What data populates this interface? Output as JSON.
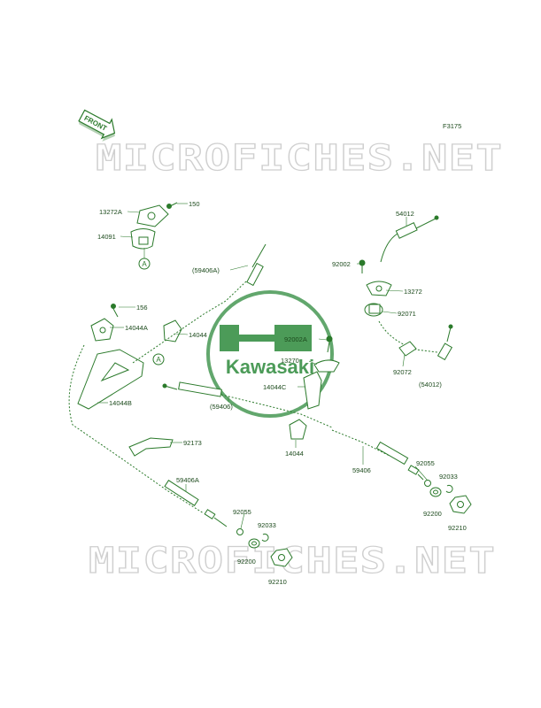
{
  "diagram_id": "F3175",
  "watermark_text": "MICROFICHES.NET",
  "front_label": "FRONT",
  "logo_text": "Kawasaki",
  "ref_letter": "A",
  "colors": {
    "line": "#2b7a2b",
    "logo": "#2d8a3c",
    "watermark": "#cfcfcf"
  },
  "labels": [
    "13272A",
    "150",
    "14091",
    "(59406A)",
    "156",
    "14044A",
    "14044",
    "14044B",
    "54012",
    "92002",
    "13272",
    "92071",
    "92002A",
    "13270",
    "14044C",
    "92072",
    "(54012)",
    "(59406)",
    "92173",
    "14044",
    "59406",
    "92055",
    "92033",
    "59406A",
    "92200",
    "92210",
    "92055",
    "92033",
    "92200",
    "92210"
  ]
}
